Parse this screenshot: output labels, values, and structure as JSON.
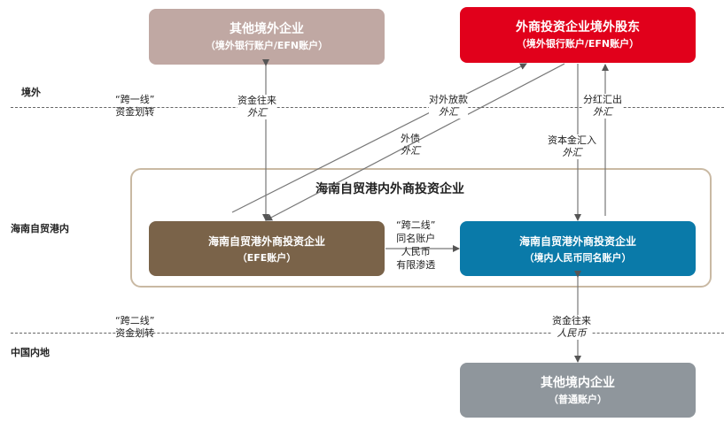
{
  "regions": {
    "offshore": "境外",
    "hainan": "海南自贸港内",
    "mainland": "中国内地"
  },
  "colors": {
    "other_offshore": "#c0a8a3",
    "foreign_shareholder": "#e1001b",
    "efe": "#7a6349",
    "same_name": "#0a7aa9",
    "other_domestic": "#8f969c",
    "zone_border": "#c9b9a3"
  },
  "boxes": {
    "other_offshore": {
      "title": "其他境外企业",
      "subtitle": "（境外银行账户/EFN账户）"
    },
    "foreign_shareholder": {
      "title": "外商投资企业境外股东",
      "subtitle": "（境外银行账户/EFN账户）"
    },
    "efe": {
      "title": "海南自贸港外商投资企业",
      "subtitle": "（EFE账户）"
    },
    "same_name": {
      "title": "海南自贸港外商投资企业",
      "subtitle": "（境内人民币同名账户）"
    },
    "other_domestic": {
      "title": "其他境内企业",
      "subtitle": "（普通账户）"
    }
  },
  "zone_title": "海南自贸港内外商投资企业",
  "labels": {
    "first_line": {
      "line1": "“跨一线”",
      "line2": "资金划转"
    },
    "second_line": {
      "line1": "“跨二线”",
      "line2": "资金划转"
    },
    "capital_offshore": {
      "line1": "资金往来",
      "line2": "外汇"
    },
    "external_loan": {
      "line1": "对外放款",
      "line2": "外汇"
    },
    "foreign_debt": {
      "line1": "外债",
      "line2": "外汇"
    },
    "capital_inflow": {
      "line1": "资本金汇入",
      "line2": "外汇"
    },
    "dividend": {
      "line1": "分红汇出",
      "line2": "外汇"
    },
    "second_line_flow": {
      "line1": "“跨二线”",
      "line2": "同名账户",
      "line3": "人民币",
      "line4": "有限渗透"
    },
    "capital_domestic": {
      "line1": "资金往来",
      "line2": "人民币"
    }
  }
}
